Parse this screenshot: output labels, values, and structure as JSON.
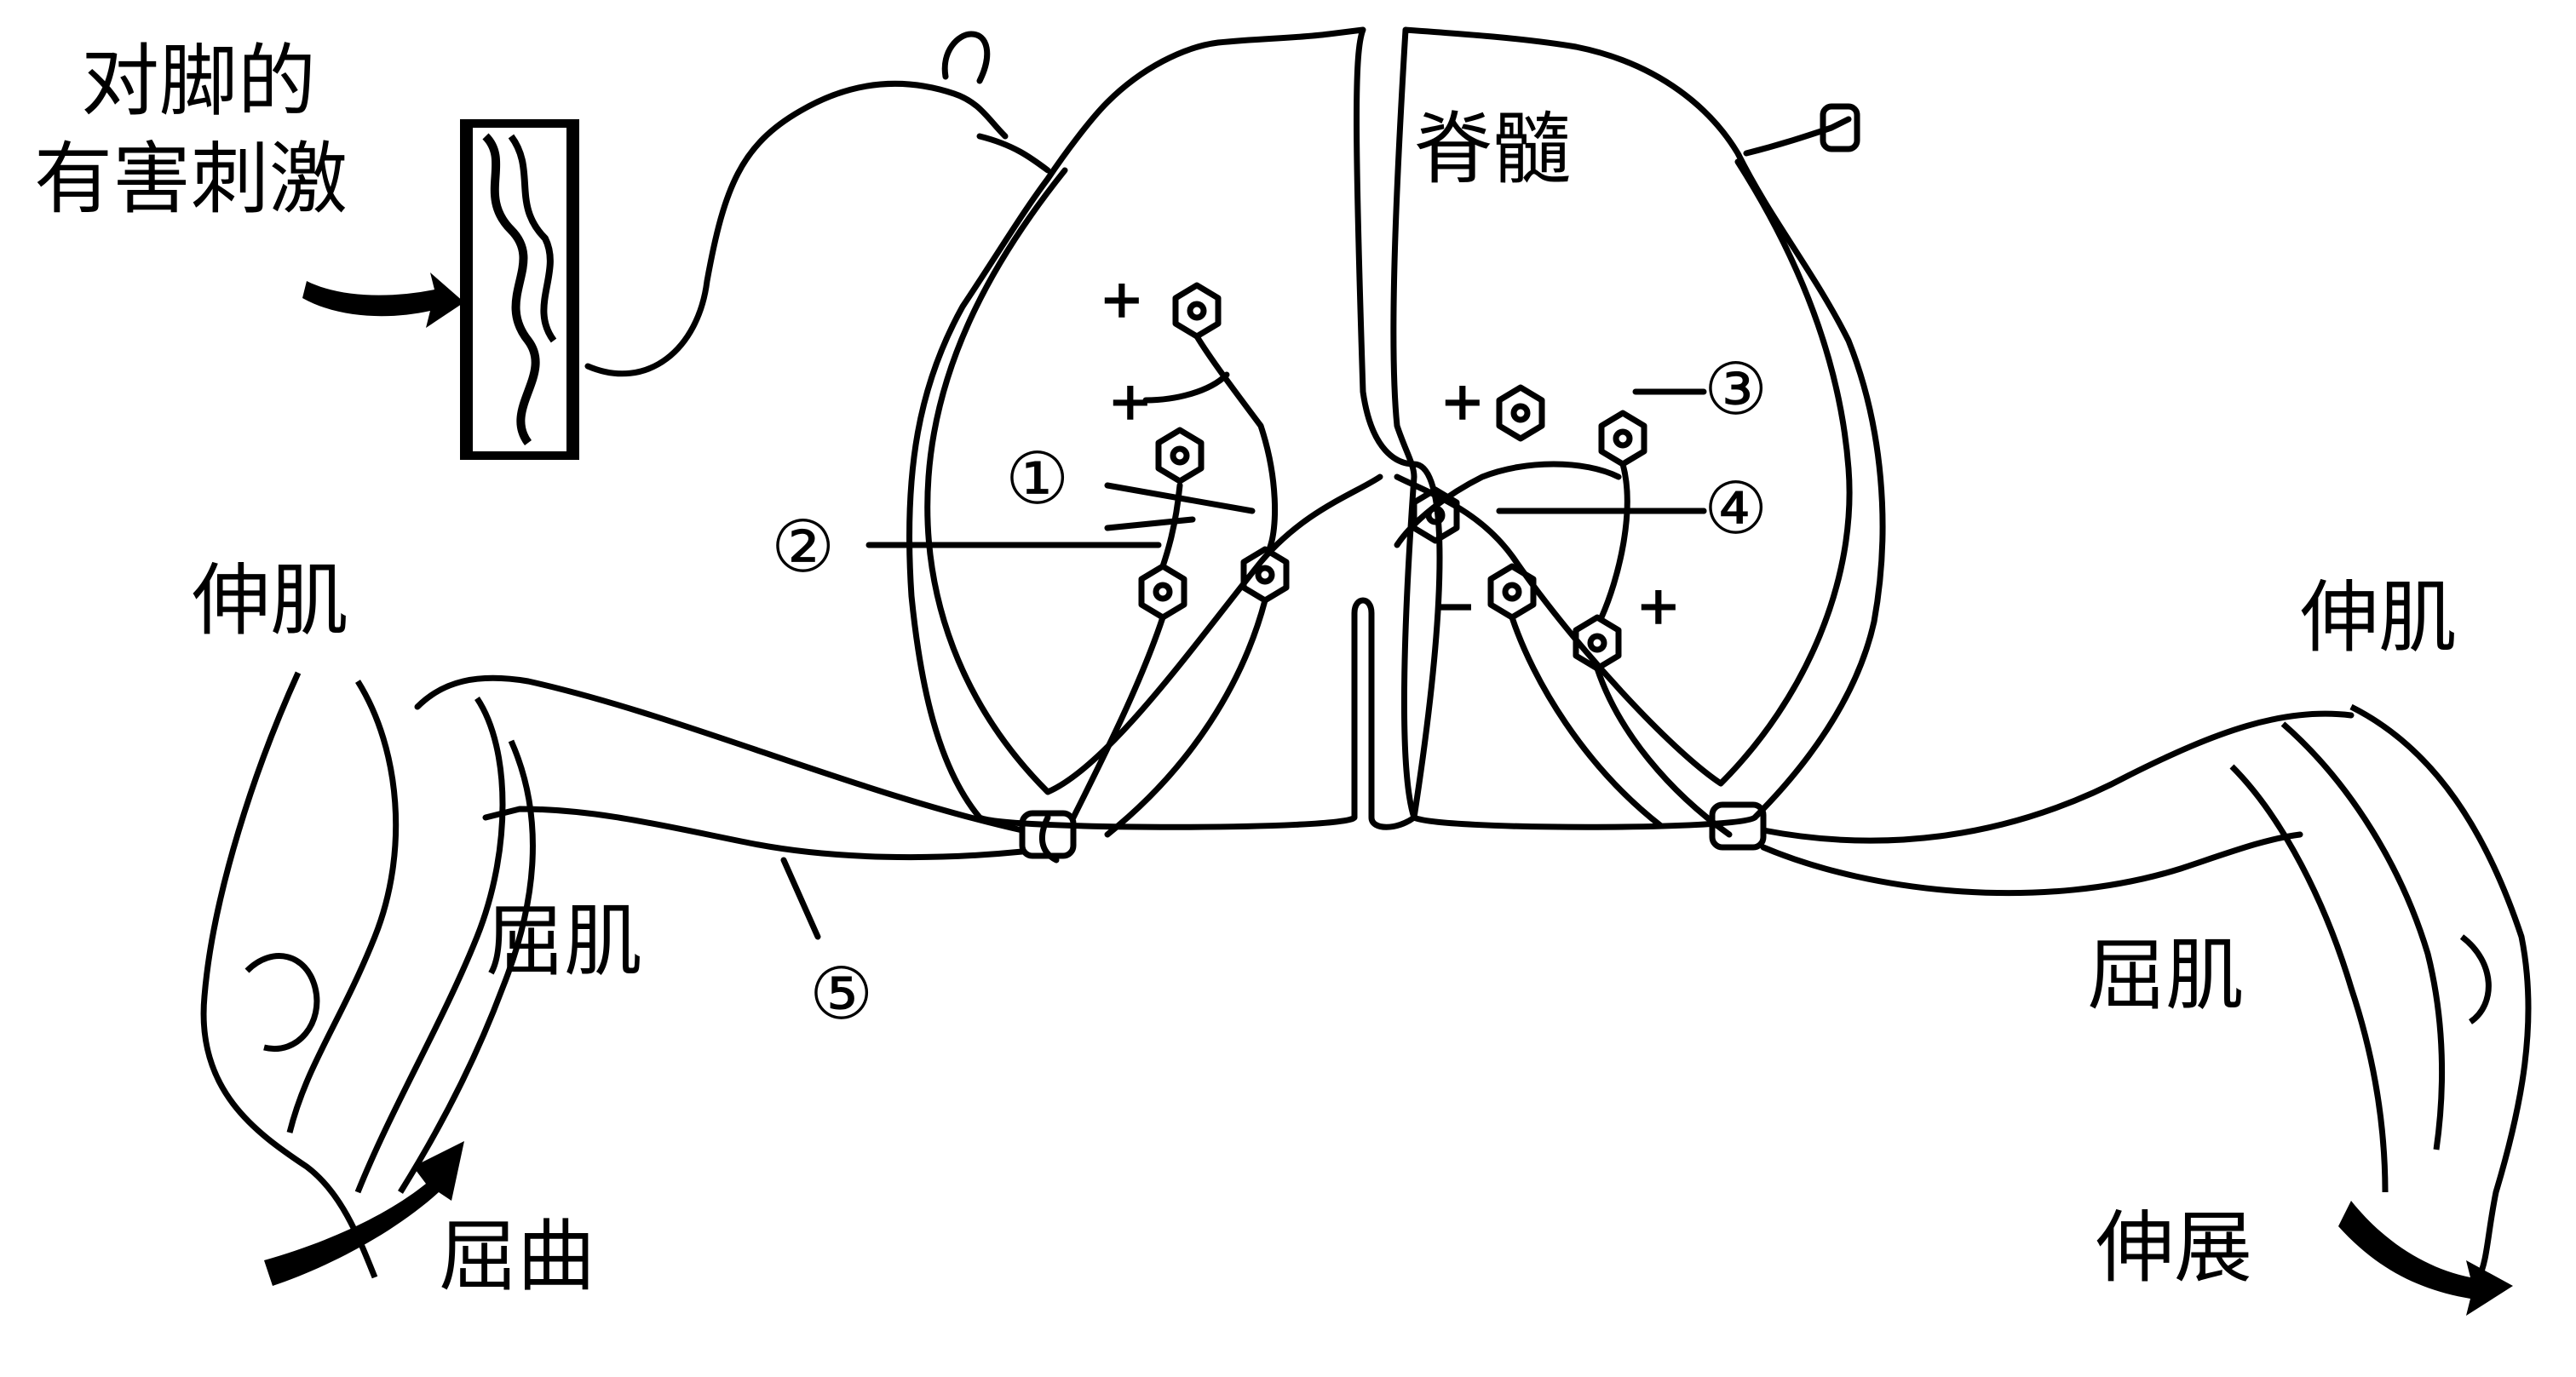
{
  "labels": {
    "stimulus_line1": "对脚的",
    "stimulus_line2": "有害刺激",
    "spinal_cord": "脊髓",
    "left_extensor": "伸肌",
    "left_flexor": "屈肌",
    "left_action": "屈曲",
    "right_extensor": "伸肌",
    "right_flexor": "屈肌",
    "right_action": "伸展"
  },
  "markers": {
    "m1": "①",
    "m2": "②",
    "m3": "③",
    "m4": "④",
    "m5": "⑤"
  },
  "signs": {
    "plus": "+",
    "minus": "−"
  },
  "colors": {
    "ink": "#000000",
    "background": "#ffffff"
  }
}
